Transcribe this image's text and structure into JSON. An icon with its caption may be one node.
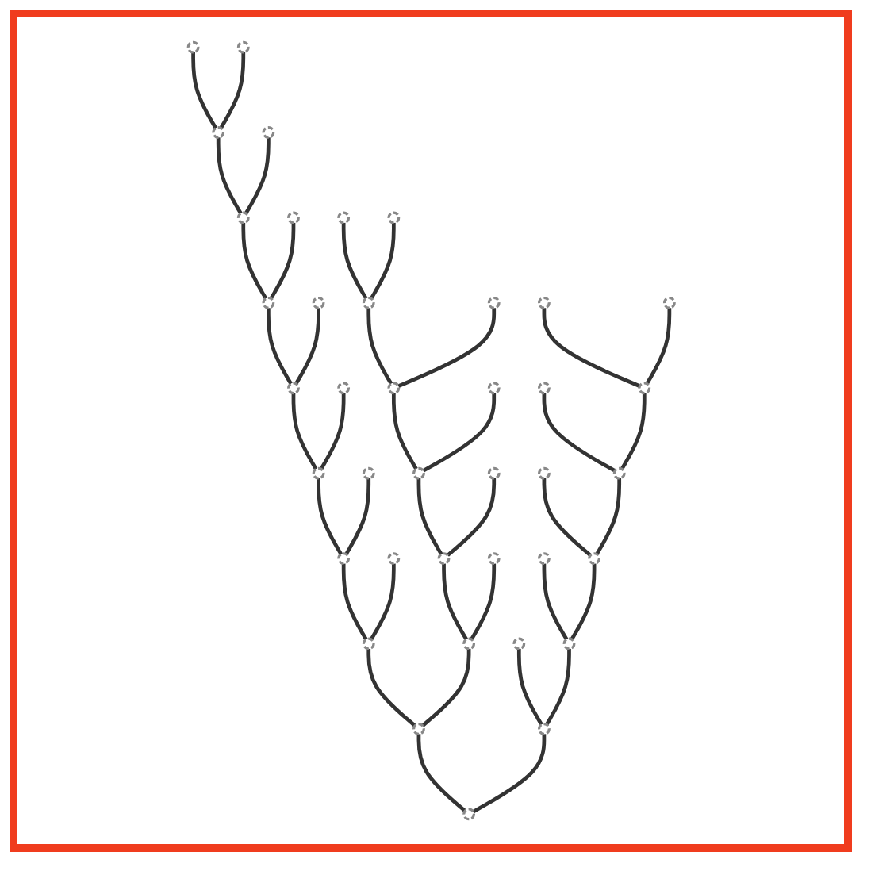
{
  "diagram": {
    "nodes": [
      {
        "text": [],
        "shape": "circle"
      },
      {
        "text": [],
        "shape": "circle"
      },
      {
        "text": [],
        "shape": "circle"
      },
      {
        "text": [],
        "shape": "circle"
      },
      {
        "text": [],
        "shape": "circle"
      },
      {
        "text": [],
        "shape": "circle"
      },
      {
        "text": [],
        "shape": "circle"
      },
      {
        "text": [],
        "shape": "circle"
      },
      {
        "text": [],
        "shape": "circle"
      },
      {
        "text": [],
        "shape": "circle"
      },
      {
        "text": [],
        "shape": "circle"
      },
      {
        "text": [],
        "shape": "circle"
      },
      {
        "text": [],
        "shape": "circle"
      },
      {
        "text": [],
        "shape": "circle"
      },
      {
        "text": [],
        "shape": "circle"
      },
      {
        "text": [],
        "shape": "circle"
      },
      {
        "text": [],
        "shape": "circle"
      },
      {
        "text": [],
        "shape": "circle"
      },
      {
        "text": [],
        "shape": "circle"
      },
      {
        "text": [],
        "shape": "circle"
      },
      {
        "text": [],
        "shape": "circle"
      },
      {
        "text": [],
        "shape": "circle"
      },
      {
        "text": [],
        "shape": "circle"
      },
      {
        "text": [],
        "shape": "circle"
      },
      {
        "text": [],
        "shape": "circle"
      },
      {
        "text": [],
        "shape": "circle"
      },
      {
        "text": [],
        "shape": "circle"
      },
      {
        "text": [],
        "shape": "circle"
      },
      {
        "text": [],
        "shape": "circle"
      },
      {
        "text": [],
        "shape": "circle"
      },
      {
        "text": [],
        "shape": "circle"
      },
      {
        "text": [],
        "shape": "circle"
      },
      {
        "text": [],
        "shape": "circle"
      },
      {
        "text": [],
        "shape": "circle"
      },
      {
        "text": [],
        "shape": "circle"
      },
      {
        "text": [],
        "shape": "circle"
      },
      {
        "text": [],
        "shape": "circle"
      },
      {
        "text": [],
        "shape": "circle"
      },
      {
        "text": [],
        "shape": "circle"
      }
    ],
    "edges": [
      {
        "from": 38,
        "to": 36,
        "arrow": "none"
      },
      {
        "from": 38,
        "to": 37,
        "arrow": "none"
      },
      {
        "from": 36,
        "to": 34,
        "arrow": "none"
      },
      {
        "from": 36,
        "to": 35,
        "arrow": "none"
      },
      {
        "from": 34,
        "to": 24,
        "arrow": "none"
      },
      {
        "from": 34,
        "to": 25,
        "arrow": "none"
      },
      {
        "from": 24,
        "to": 20,
        "arrow": "none"
      },
      {
        "from": 24,
        "to": 21,
        "arrow": "none"
      },
      {
        "from": 20,
        "to": 14,
        "arrow": "none"
      },
      {
        "from": 20,
        "to": 15,
        "arrow": "none"
      },
      {
        "from": 14,
        "to": 12,
        "arrow": "none"
      },
      {
        "from": 14,
        "to": 13,
        "arrow": "none"
      },
      {
        "from": 12,
        "to": 10,
        "arrow": "none"
      },
      {
        "from": 12,
        "to": 11,
        "arrow": "none"
      },
      {
        "from": 10,
        "to": 6,
        "arrow": "none"
      },
      {
        "from": 10,
        "to": 7,
        "arrow": "none"
      },
      {
        "from": 6,
        "to": 0,
        "arrow": "none"
      },
      {
        "from": 6,
        "to": 1,
        "arrow": "none"
      },
      {
        "from": 35,
        "to": 32,
        "arrow": "none"
      },
      {
        "from": 35,
        "to": 33,
        "arrow": "none"
      },
      {
        "from": 32,
        "to": 26,
        "arrow": "none"
      },
      {
        "from": 32,
        "to": 27,
        "arrow": "none"
      },
      {
        "from": 26,
        "to": 18,
        "arrow": "none"
      },
      {
        "from": 26,
        "to": 19,
        "arrow": "none"
      },
      {
        "from": 18,
        "to": 16,
        "arrow": "none"
      },
      {
        "from": 18,
        "to": 17,
        "arrow": "none"
      },
      {
        "from": 16,
        "to": 4,
        "arrow": "none"
      },
      {
        "from": 16,
        "to": 5,
        "arrow": "none"
      },
      {
        "from": 37,
        "to": 30,
        "arrow": "none"
      },
      {
        "from": 37,
        "to": 31,
        "arrow": "none"
      },
      {
        "from": 31,
        "to": 28,
        "arrow": "none"
      },
      {
        "from": 31,
        "to": 29,
        "arrow": "none"
      },
      {
        "from": 29,
        "to": 22,
        "arrow": "none"
      },
      {
        "from": 29,
        "to": 23,
        "arrow": "none"
      },
      {
        "from": 23,
        "to": 8,
        "arrow": "none"
      },
      {
        "from": 23,
        "to": 9,
        "arrow": "none"
      },
      {
        "from": 9,
        "to": 2,
        "arrow": "none"
      },
      {
        "from": 9,
        "to": 3,
        "arrow": "none"
      }
    ]
  }
}
